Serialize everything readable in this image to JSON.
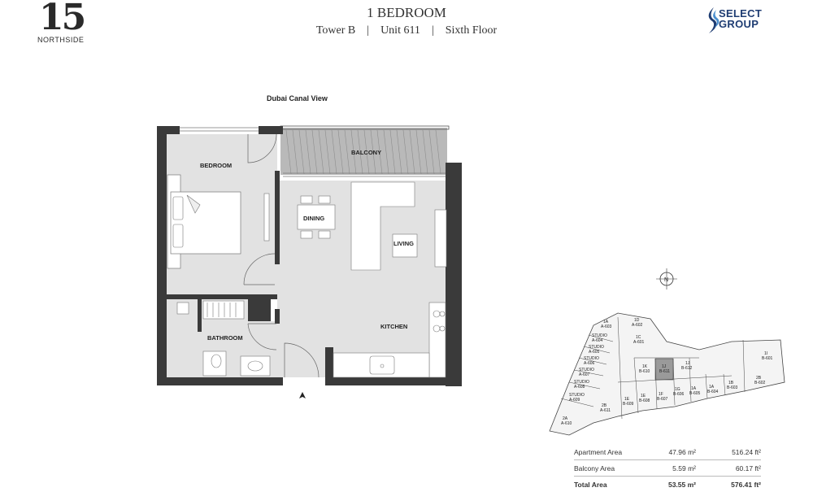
{
  "header": {
    "logo_number": "15",
    "logo_text": "NORTHSIDE",
    "title": "1 BEDROOM",
    "tower": "Tower B",
    "unit": "Unit 611",
    "floor": "Sixth Floor",
    "separator": "|",
    "brand_line1": "SELECT",
    "brand_line2": "GROUP"
  },
  "plan": {
    "view_label": "Dubai Canal View",
    "rooms": {
      "bedroom": "BEDROOM",
      "balcony": "BALCONY",
      "dining": "DINING",
      "living": "LIVING",
      "kitchen": "KITCHEN",
      "bathroom": "BATHROOM"
    },
    "compass_letter": "N"
  },
  "key_plan": {
    "units": [
      {
        "type": "1A",
        "unit": "A-603"
      },
      {
        "type": "1D",
        "unit": "A-602"
      },
      {
        "type": "1C",
        "unit": "A-601"
      },
      {
        "type": "STUDIO",
        "unit": "A-604"
      },
      {
        "type": "STUDIO",
        "unit": "A-605"
      },
      {
        "type": "STUDIO",
        "unit": "A-606"
      },
      {
        "type": "STUDIO",
        "unit": "A-607"
      },
      {
        "type": "STUDIO",
        "unit": "A-608"
      },
      {
        "type": "STUDIO",
        "unit": "A-609"
      },
      {
        "type": "2A",
        "unit": "A-610"
      },
      {
        "type": "2B",
        "unit": "A-611"
      },
      {
        "type": "1E",
        "unit": "B-609"
      },
      {
        "type": "1E",
        "unit": "B-608"
      },
      {
        "type": "1F",
        "unit": "B-607"
      },
      {
        "type": "1G",
        "unit": "B-606"
      },
      {
        "type": "1A",
        "unit": "B-605"
      },
      {
        "type": "1A",
        "unit": "B-604"
      },
      {
        "type": "1B",
        "unit": "B-603"
      },
      {
        "type": "2B",
        "unit": "B-602"
      },
      {
        "type": "1I",
        "unit": "B-601"
      },
      {
        "type": "1K",
        "unit": "B-610"
      },
      {
        "type": "1J",
        "unit": "B-611"
      },
      {
        "type": "1J",
        "unit": "B-612"
      }
    ],
    "highlight_color": "#9a9a9a"
  },
  "areas": {
    "rows": [
      {
        "label": "Apartment Area",
        "metric": "47.96 m²",
        "imperial": "516.24 ft²"
      },
      {
        "label": "Balcony Area",
        "metric": "5.59 m²",
        "imperial": "60.17 ft²"
      },
      {
        "label": "Total Area",
        "metric": "53.55 m²",
        "imperial": "576.41 ft²"
      }
    ]
  },
  "colors": {
    "wall": "#3a3a3a",
    "floor": "#e2e2e2",
    "furniture": "#ffffff",
    "balcony": "#b9b9b9",
    "brand": "#1f3d73"
  }
}
